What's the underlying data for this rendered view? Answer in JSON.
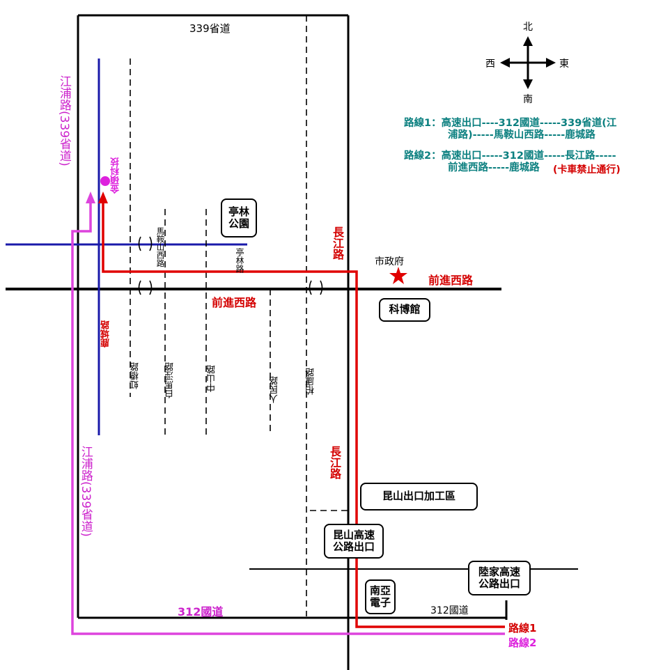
{
  "compass": {
    "north": "北",
    "south": "南",
    "west": "西",
    "east": "東"
  },
  "roads": {
    "provincial_339": "339省道",
    "jiangpu_road_a": "江浦路(339省道)",
    "jiangpu_road_b": "江浦路(339省道)",
    "jinshi_tech": "金碩科技",
    "malu_shan_west": "馬鞍山西路",
    "tinglin_road": "亭林路",
    "changjiang_road_a": "長江路",
    "changjiang_road_b": "長江路",
    "qianjin_west_a": "前進西路",
    "qianjin_west_b": "前進西路",
    "lucheng_road": "鹿城路",
    "hongqiao_road": "虹橋路",
    "baima_jing_road": "白馬涇路",
    "zhongshan_road": "中山路",
    "renmin_road": "人民路",
    "bailu_road": "柏廬路",
    "national_312_a": "312國道",
    "national_312_b": "312國道",
    "city_hall": "市政府"
  },
  "places": {
    "tinglin_park": "亭林\n公園",
    "science_museum": "科博館",
    "export_zone": "昆山出口加工區",
    "kunshan_exit": "昆山高速\n公路出口",
    "nanya": "南亞\n電子",
    "lujia_exit": "陸家高速\n公路出口"
  },
  "routes": {
    "route1_text": "路線1：高速出口----312國道-----339省道(江浦路)-----馬鞍山西路-----鹿城路",
    "route1_line1": "路線1：高速出口----312國道-----339省道(江",
    "route1_line2": "浦路)-----馬鞍山西路-----鹿城路",
    "route2_line1": "路線2：高速出口-----312國道-----長江路-----",
    "route2_line2": "前進西路-----鹿城路",
    "route2_note": "(卡車禁止通行)",
    "route1_label": "路線1",
    "route2_label": "路線2"
  },
  "colors": {
    "route1": "#e00000",
    "route2": "#dd44dd",
    "blue_road": "#1a1aaa",
    "route_text": "#0a7f7f",
    "star": "#e00000"
  }
}
